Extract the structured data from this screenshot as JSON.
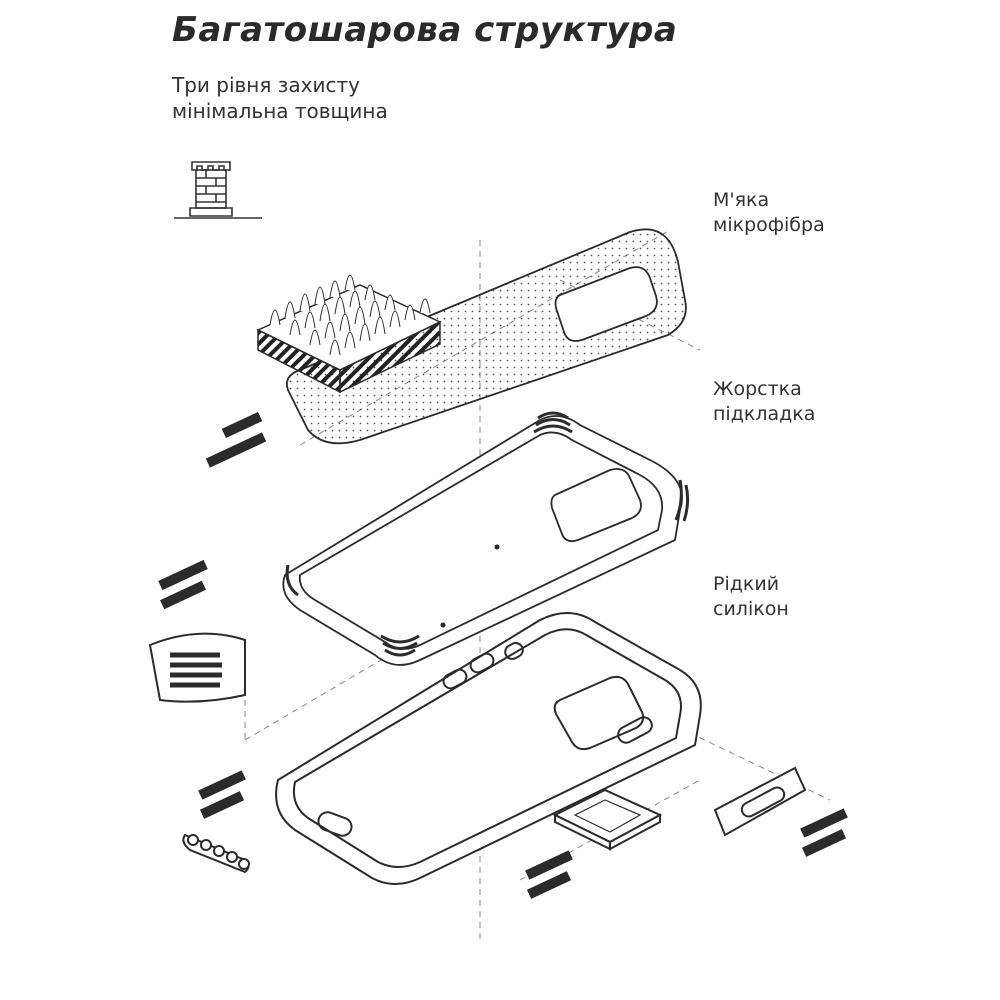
{
  "header": {
    "title": "Багатошарова структура",
    "subtitle_lines": [
      "Три рівня захисту",
      "мінімальна товщина"
    ]
  },
  "layers": [
    {
      "name": "soft-microfiber",
      "lines": [
        "М'яка",
        "мікрофібра"
      ]
    },
    {
      "name": "hard-pad",
      "lines": [
        "Жорстка",
        "підкладка"
      ]
    },
    {
      "name": "liquid-silicone",
      "lines": [
        "Рідкий",
        "силікон"
      ]
    }
  ],
  "icons": {
    "tower": "tower-icon"
  },
  "colors": {
    "ink": "#2b2b2b",
    "dash": "#888888",
    "dot": "#555555"
  }
}
